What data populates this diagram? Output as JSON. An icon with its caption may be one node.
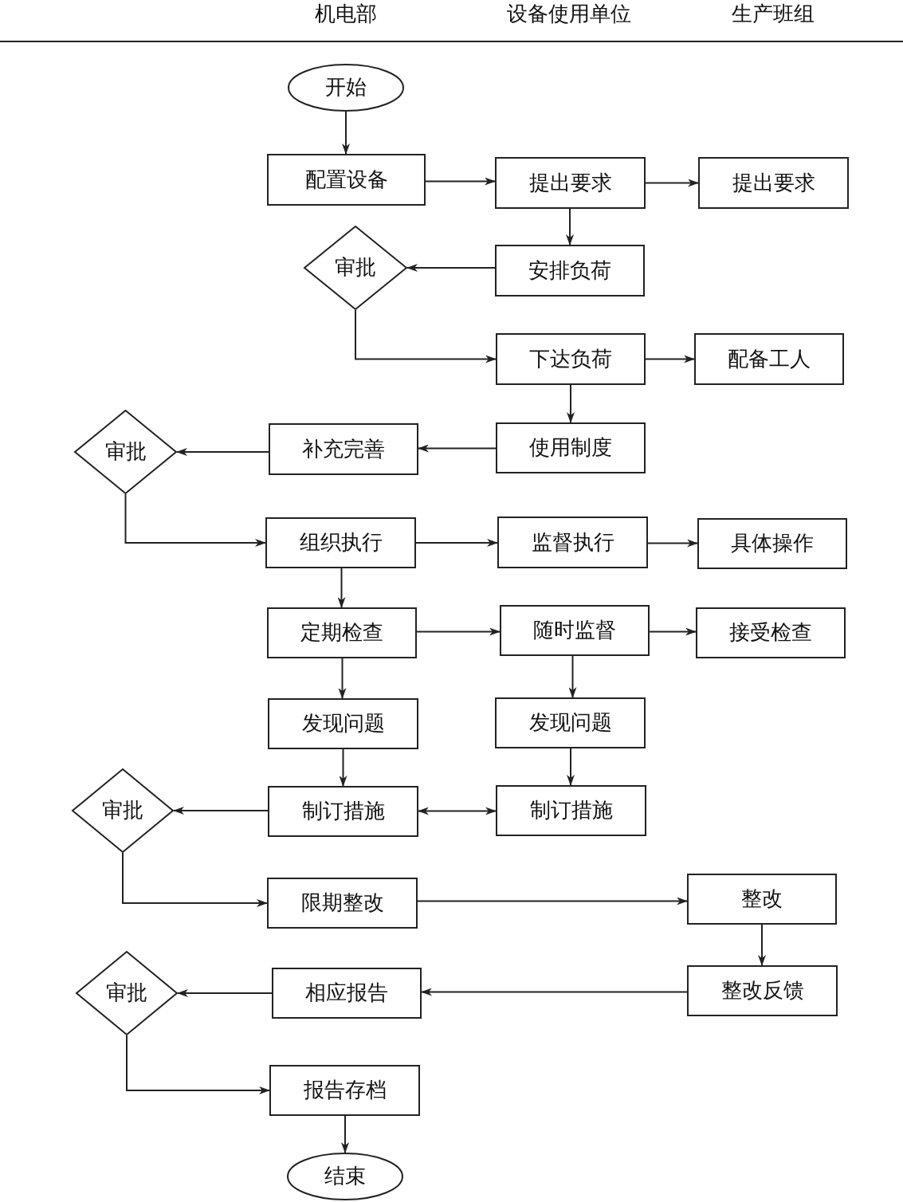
{
  "diagram": {
    "nodes": [
      {
        "text": [
          "开始"
        ]
      },
      {
        "text": [
          "配置设备"
        ]
      },
      {
        "text": [
          "提出要求"
        ]
      },
      {
        "text": [
          "提出要求"
        ]
      },
      {
        "text": [
          "审批"
        ]
      },
      {
        "text": [
          "安排负荷"
        ]
      },
      {
        "text": [
          "下达负荷"
        ]
      },
      {
        "text": [
          "配备工人"
        ]
      },
      {
        "text": [
          "审批"
        ]
      },
      {
        "text": [
          "补充完善"
        ]
      },
      {
        "text": [
          "使用制度"
        ]
      },
      {
        "text": [
          "组织执行"
        ]
      },
      {
        "text": [
          "监督执行"
        ]
      },
      {
        "text": [
          "具体操作"
        ]
      },
      {
        "text": [
          "定期检查"
        ]
      },
      {
        "text": [
          "随时监督"
        ]
      },
      {
        "text": [
          "接受检查"
        ]
      },
      {
        "text": [
          "发现问题"
        ]
      },
      {
        "text": [
          "发现问题"
        ]
      },
      {
        "text": [
          "审批"
        ]
      },
      {
        "text": [
          "制订措施"
        ]
      },
      {
        "text": [
          "制订措施"
        ]
      },
      {
        "text": [
          "限期整改"
        ]
      },
      {
        "text": [
          "整改"
        ]
      },
      {
        "text": [
          "审批"
        ]
      },
      {
        "text": [
          "相应报告"
        ]
      },
      {
        "text": [
          "整改反馈"
        ]
      },
      {
        "text": [
          "报告存档"
        ]
      },
      {
        "text": [
          "结束"
        ]
      }
    ],
    "edges": [
      {
        "from": 0,
        "to": 1,
        "arrow": "to"
      },
      {
        "from": 1,
        "to": 2,
        "arrow": "to"
      },
      {
        "from": 2,
        "to": 3,
        "arrow": "to"
      },
      {
        "from": 2,
        "to": 5,
        "arrow": "to"
      },
      {
        "from": 5,
        "to": 4,
        "arrow": "to"
      },
      {
        "from": 4,
        "to": 6,
        "arrow": "to"
      },
      {
        "from": 6,
        "to": 7,
        "arrow": "to"
      },
      {
        "from": 6,
        "to": 10,
        "arrow": "to"
      },
      {
        "from": 10,
        "to": 9,
        "arrow": "to"
      },
      {
        "from": 9,
        "to": 8,
        "arrow": "to"
      },
      {
        "from": 8,
        "to": 11,
        "arrow": "to"
      },
      {
        "from": 11,
        "to": 12,
        "arrow": "to"
      },
      {
        "from": 12,
        "to": 13,
        "arrow": "to"
      },
      {
        "from": 11,
        "to": 14,
        "arrow": "to"
      },
      {
        "from": 14,
        "to": 15,
        "arrow": "to"
      },
      {
        "from": 15,
        "to": 16,
        "arrow": "to"
      },
      {
        "from": 14,
        "to": 17,
        "arrow": "to"
      },
      {
        "from": 15,
        "to": 18,
        "arrow": "to"
      },
      {
        "from": 17,
        "to": 20,
        "arrow": "to"
      },
      {
        "from": 18,
        "to": 21,
        "arrow": "to"
      },
      {
        "from": 20,
        "to": 21,
        "arrow": "both"
      },
      {
        "from": 20,
        "to": 19,
        "arrow": "to"
      },
      {
        "from": 19,
        "to": 22,
        "arrow": "to"
      },
      {
        "from": 22,
        "to": 23,
        "arrow": "to"
      },
      {
        "from": 23,
        "to": 26,
        "arrow": "to"
      },
      {
        "from": 26,
        "to": 25,
        "arrow": "to"
      },
      {
        "from": 25,
        "to": 24,
        "arrow": "to"
      },
      {
        "from": 24,
        "to": 27,
        "arrow": "to"
      },
      {
        "from": 27,
        "to": 28,
        "arrow": "to"
      }
    ],
    "labels": [
      "机电部",
      "设备使用单位",
      "生产班组"
    ]
  }
}
